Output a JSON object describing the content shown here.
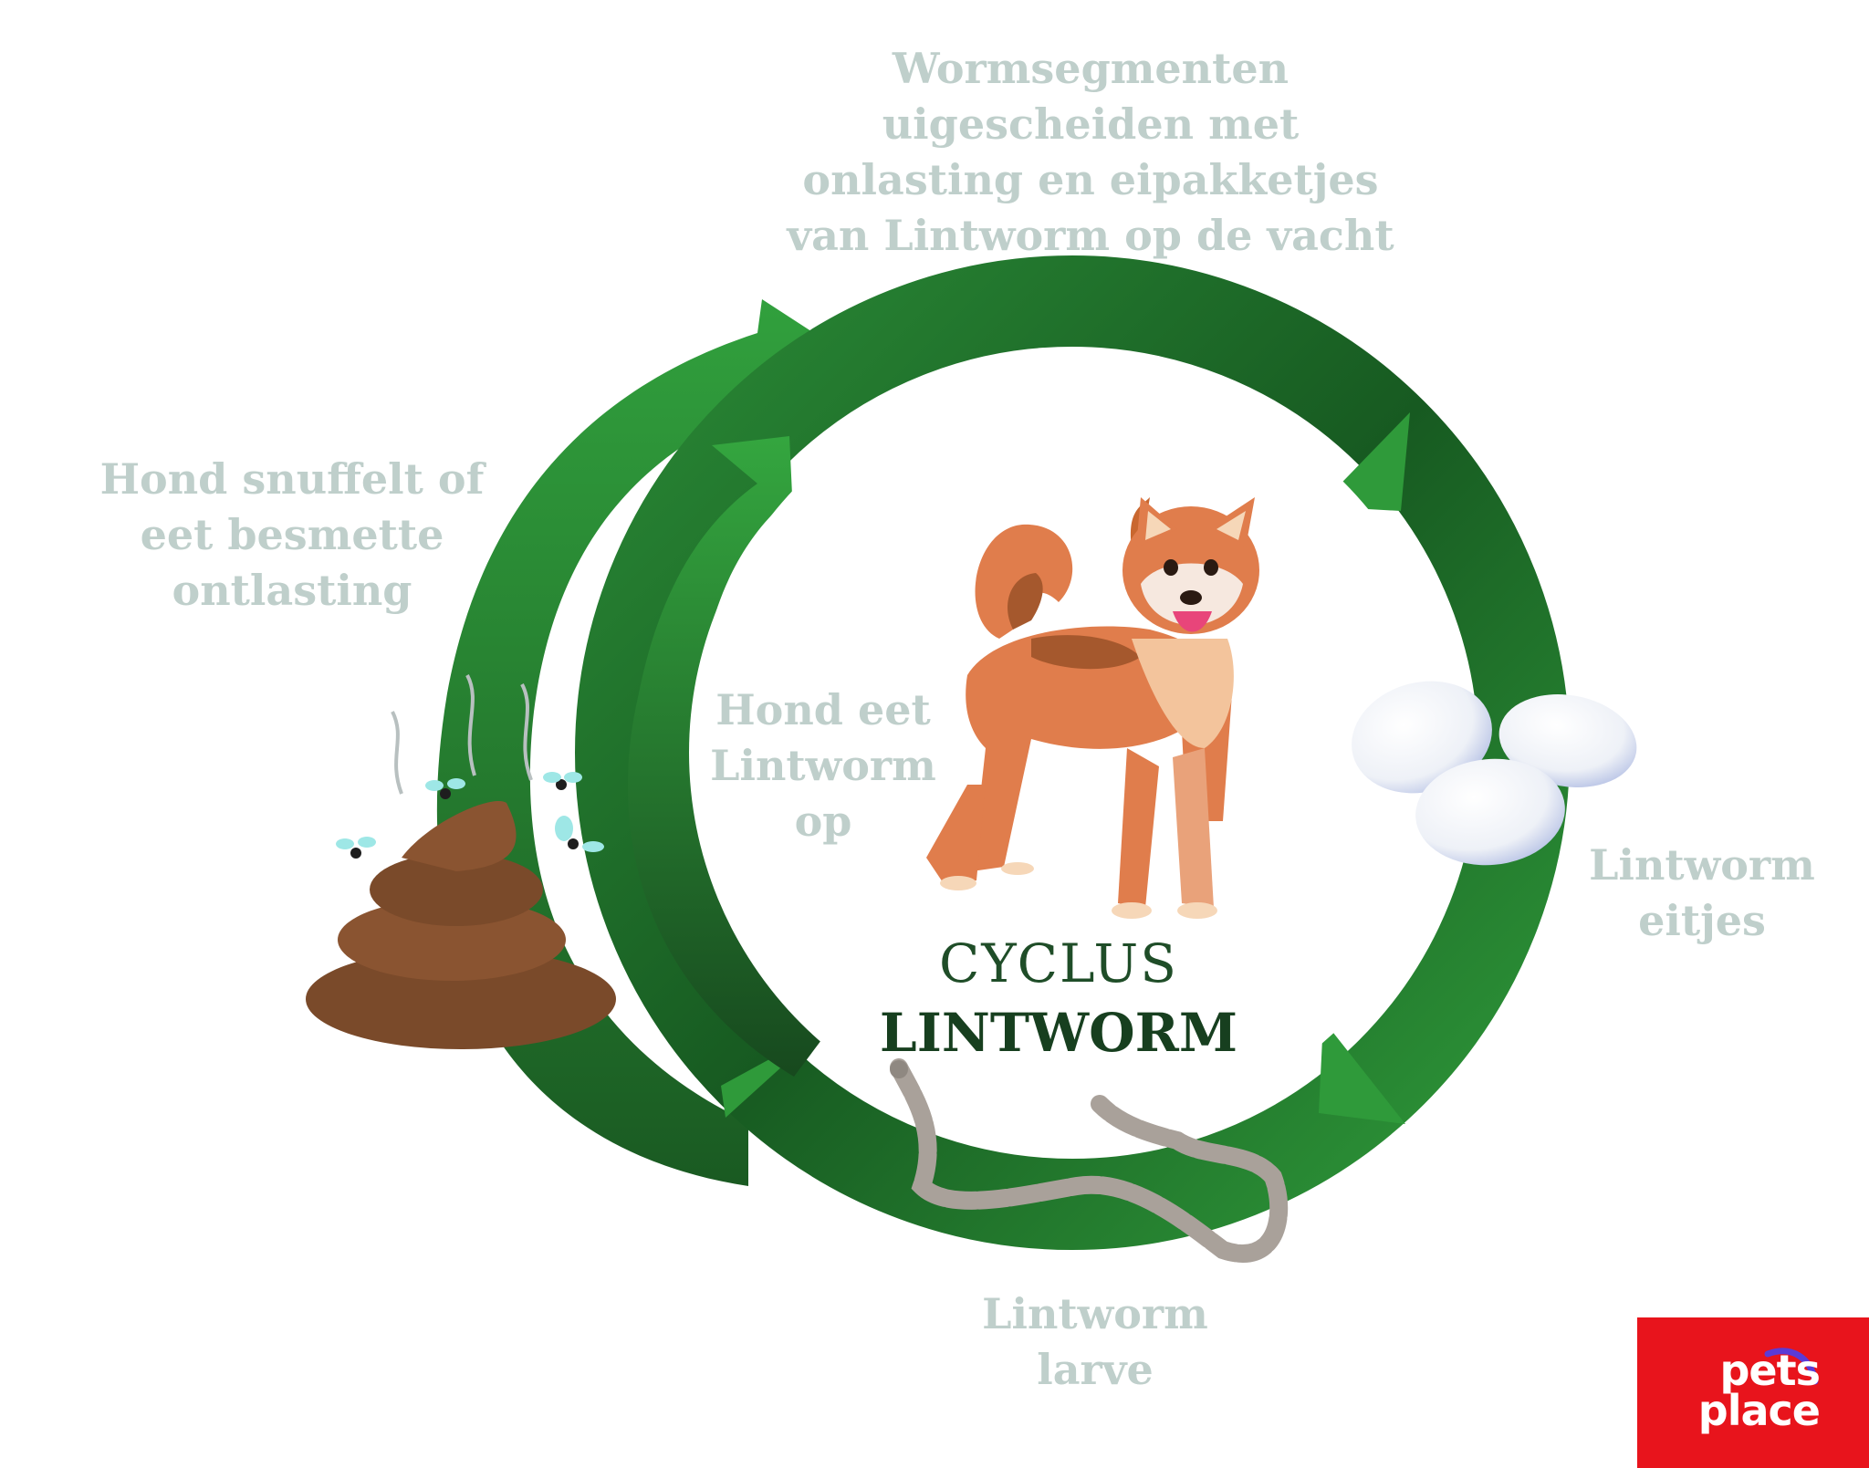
{
  "title": {
    "line1": "CYCLUS",
    "line2": "LINTWORM"
  },
  "stages": {
    "top": "Wormsegmenten\nuigescheiden met\nonlasting en eipakketjes\nvan Lintworm op de vacht",
    "left": "Hond snuffelt of\neet besmette\nontlasting",
    "inner": "Hond eet\nLintworm\nop",
    "right": "Lintworm\neitjes",
    "bottom": "Lintworm\nlarve"
  },
  "logo": {
    "text": "pets\nplace"
  },
  "colors": {
    "arrow_light": "#2f9a3a",
    "arrow_dark": "#174a1e",
    "label": "#bfcfcb",
    "title": "#1f4d28",
    "logo_bg": "#e8141c"
  }
}
